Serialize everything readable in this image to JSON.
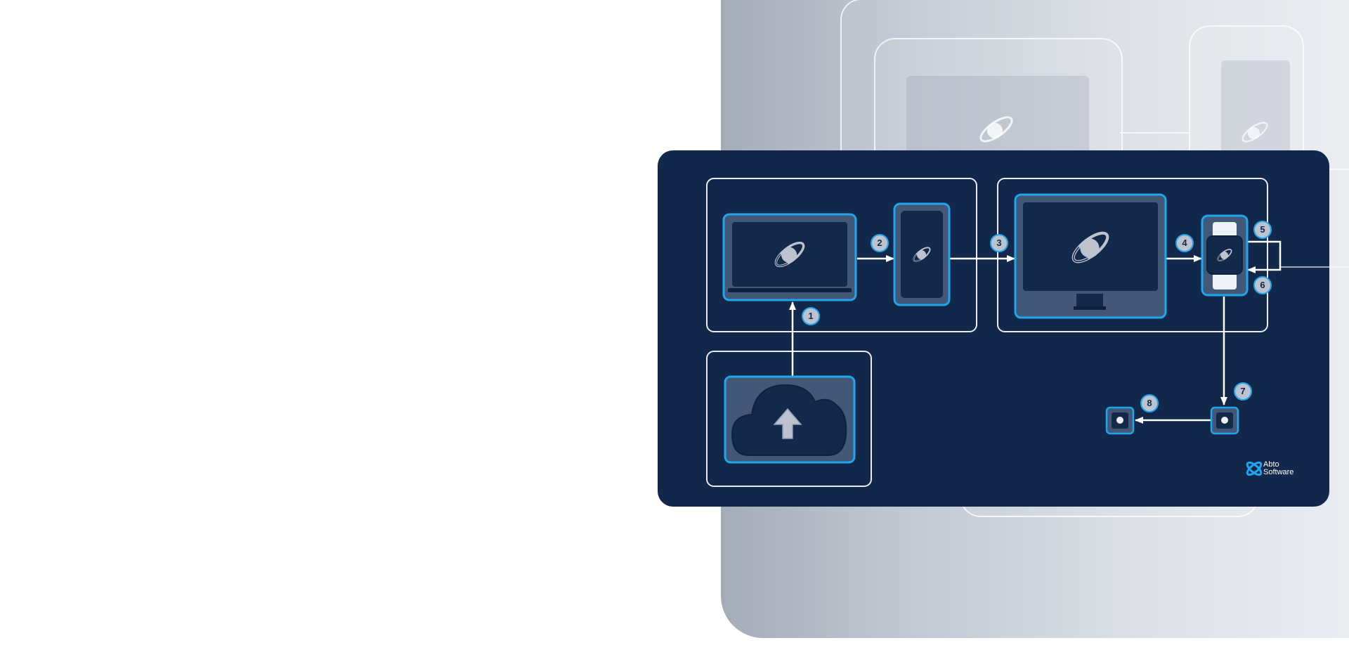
{
  "diagram": {
    "steps": [
      "1",
      "2",
      "3",
      "4",
      "5",
      "6",
      "7",
      "8"
    ],
    "brand": {
      "line1": "Abto",
      "line2": "Software"
    },
    "colors": {
      "card": "#11284a",
      "accent": "#1ea7ee",
      "device_fill": "#435776",
      "screen": "#13294a",
      "logo": "#bcc3cf",
      "line": "#ffffff"
    },
    "icons": [
      "laptop-icon",
      "phone-icon",
      "monitor-icon",
      "smartwatch-icon",
      "cloud-upload-icon",
      "sensor-icon",
      "orbit-logo-icon"
    ]
  }
}
